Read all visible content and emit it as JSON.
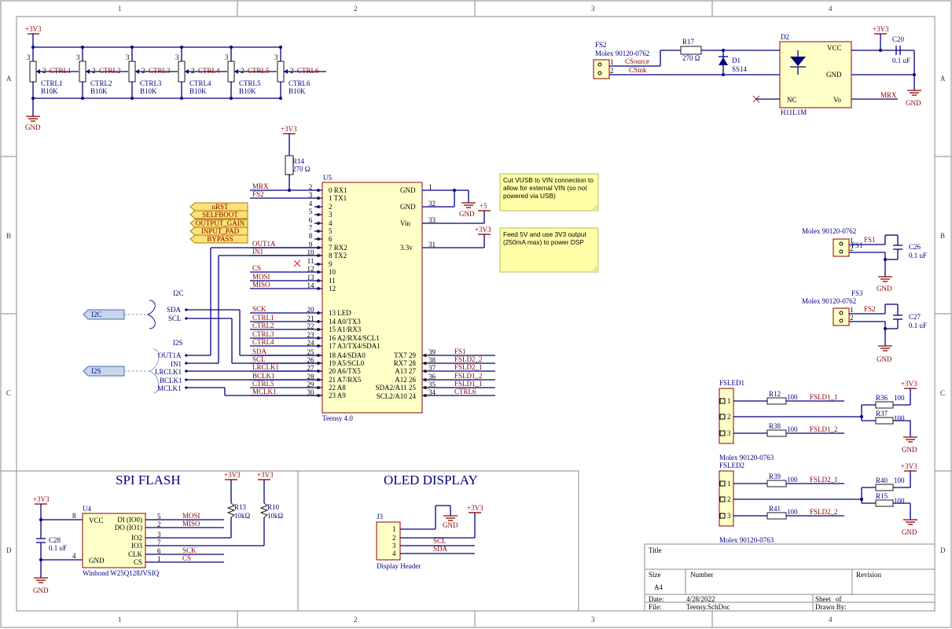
{
  "zones": {
    "cols": [
      "1",
      "2",
      "3",
      "4"
    ],
    "rows": [
      "A",
      "B",
      "C",
      "D"
    ]
  },
  "power": {
    "v33": "+3V3",
    "v5": "+5",
    "gnd": "GND"
  },
  "pots": [
    {
      "pin3": "3",
      "pin2": "2",
      "net": "CTRL1",
      "des": "CTRL1",
      "val": "B10K"
    },
    {
      "pin3": "3",
      "pin2": "2",
      "net": "CTRL2",
      "des": "CTRL2",
      "val": "B10K"
    },
    {
      "pin3": "3",
      "pin2": "2",
      "net": "CTRL3",
      "des": "CTRL3",
      "val": "B10K"
    },
    {
      "pin3": "3",
      "pin2": "2",
      "net": "CTRL4",
      "des": "CTRL4",
      "val": "B10K"
    },
    {
      "pin3": "3",
      "pin2": "2",
      "net": "CTRL5",
      "des": "CTRL5",
      "val": "B10K"
    },
    {
      "pin3": "3",
      "pin2": "2",
      "net": "CTRL6",
      "des": "CTRL6",
      "val": "B10K"
    }
  ],
  "midi": {
    "fs2_des": "FS2",
    "fs2_part": "Molex 90120-0762",
    "fs2_pins": [
      "1",
      "2"
    ],
    "csource": "CSource",
    "csink": "CSink",
    "r17_des": "R17",
    "r17_val": "270 Ω",
    "d1_des": "D1",
    "d1_val": "SS14",
    "d2_des": "D2",
    "d2_val": "H11L1M",
    "d2_pins": {
      "vcc": "VCC",
      "gnd": "GND",
      "nc": "NC",
      "vo": "Vo"
    },
    "c20_des": "C20",
    "c20_val": "0.1 uF",
    "mrx": "MRX"
  },
  "r14": {
    "des": "R14",
    "val": "270 Ω"
  },
  "teensy": {
    "des": "U5",
    "part": "Teensy 4.0",
    "left": [
      {
        "net": "MRX",
        "num": "2",
        "name": "0 RX1"
      },
      {
        "net": "FS2",
        "num": "3",
        "name": "1 TX1"
      },
      {
        "net": "",
        "num": "4",
        "name": "2"
      },
      {
        "net": "",
        "num": "5",
        "name": "3"
      },
      {
        "net": "",
        "num": "6",
        "name": "4"
      },
      {
        "net": "",
        "num": "7",
        "name": "5"
      },
      {
        "net": "",
        "num": "8",
        "name": "6"
      },
      {
        "net": "OUT1A",
        "num": "9",
        "name": "7 RX2"
      },
      {
        "net": "IN1",
        "num": "10",
        "name": "8 TX2"
      },
      {
        "net": "",
        "num": "11",
        "name": "9"
      },
      {
        "net": "CS",
        "num": "12",
        "name": "10"
      },
      {
        "net": "MOSI",
        "num": "13",
        "name": "11"
      },
      {
        "net": "MISO",
        "num": "14",
        "name": "12"
      },
      {
        "net": "SCK",
        "num": "20",
        "name": "13 LED"
      },
      {
        "net": "CTRL1",
        "num": "21",
        "name": "14 A0/TX3"
      },
      {
        "net": "CTRL2",
        "num": "22",
        "name": "15 A1/RX3"
      },
      {
        "net": "CTRL3",
        "num": "23",
        "name": "16 A2/RX4/SCL1"
      },
      {
        "net": "CTRL4",
        "num": "24",
        "name": "17 A3/TX4/SDA1"
      },
      {
        "net": "SDA",
        "num": "25",
        "name": "18 A4/SDA0"
      },
      {
        "net": "SCL",
        "num": "26",
        "name": "19 A5/SCL0"
      },
      {
        "net": "LRCLK1",
        "num": "27",
        "name": "20 A6/TX5"
      },
      {
        "net": "BCLK1",
        "num": "28",
        "name": "21 A7/RX5"
      },
      {
        "net": "CTRL5",
        "num": "29",
        "name": "22 A8"
      },
      {
        "net": "MCLK1",
        "num": "30",
        "name": "23 A9"
      }
    ],
    "right_top": [
      {
        "name": "GND",
        "num": "1"
      },
      {
        "name": "GND",
        "num": "32"
      },
      {
        "name": "Vin",
        "num": "33"
      },
      {
        "name": "3.3v",
        "num": "31"
      }
    ],
    "right_bottom": [
      {
        "name": "TX7 29",
        "num": "39",
        "net": "FS1"
      },
      {
        "name": "RX7 28",
        "num": "38",
        "net": "FSLD2_2"
      },
      {
        "name": "A13 27",
        "num": "37",
        "net": "FSLD2_1"
      },
      {
        "name": "A12 26",
        "num": "36",
        "net": "FSLD1_2"
      },
      {
        "name": "A11 25",
        "num": "35",
        "net": "FSLD1_1"
      },
      {
        "name": "SDA2/A11 25",
        "num": "34",
        "net": "CTRL6"
      },
      {
        "name": "SCL2/A10 24",
        "num": "",
        "net": ""
      }
    ]
  },
  "ports": [
    "nRST",
    "SELFBOOT",
    "OUTPUT_GAIN",
    "INPUT_PAD",
    "BYPASS"
  ],
  "i2c": {
    "label": "I2C",
    "bus": "I2C",
    "sigs": [
      "SDA",
      "SCL"
    ]
  },
  "i2s": {
    "label": "I2S",
    "bus": "I2S",
    "sigs": [
      "OUT1A",
      "IN1",
      "LRCLK1",
      "BCLK1",
      "MCLK1"
    ]
  },
  "notes": [
    "Cut VUSB to VIN connection to allow for external VIN (so not powered via USB)",
    "Feed 5V and use 3V3 output (250mA max) to power DSP"
  ],
  "fs1": {
    "des": "FS1",
    "part": "Molex 90120-0762",
    "net": "FS1",
    "c_des": "C26",
    "c_val": "0.1 uF"
  },
  "fs3": {
    "des": "FS3",
    "part": "Molex 90120-0762",
    "net": "FS2",
    "c_des": "C27",
    "c_val": "0.1 uF"
  },
  "fsled1": {
    "des": "FSLED1",
    "part": "Molex 90120-0763",
    "r_a": "R12",
    "r_a_val": "100",
    "net_a": "FSLD1_1",
    "r_b": "R38",
    "r_b_val": "100",
    "net_b": "FSLD1_2",
    "r_c": "R36",
    "r_c_val": "100",
    "r_d": "R37",
    "r_d_val": "100"
  },
  "fsled2": {
    "des": "FSLED2",
    "part": "Molex 90120-0763",
    "r_a": "R39",
    "r_a_val": "100",
    "net_a": "FSLD2_1",
    "r_b": "R41",
    "r_b_val": "100",
    "net_b": "FSLD2_2",
    "r_c": "R40",
    "r_c_val": "100",
    "r_d": "R15",
    "r_d_val": "100"
  },
  "spi": {
    "title": "SPI FLASH",
    "des": "U4",
    "part": "Winbond W25Q128JVSIQ",
    "pins_left": [
      {
        "num": "8",
        "name": "VCC"
      },
      {
        "num": "4",
        "name": "GND"
      }
    ],
    "pins_right": [
      {
        "num": "5",
        "name": "DI (IO0)",
        "net": "MOSI"
      },
      {
        "num": "2",
        "name": "DO (IO1)",
        "net": "MISO"
      },
      {
        "num": "3",
        "name": "IO2",
        "net": ""
      },
      {
        "num": "7",
        "name": "IO3",
        "net": ""
      },
      {
        "num": "6",
        "name": "CLK",
        "net": "SCK"
      },
      {
        "num": "1",
        "name": "CS",
        "net": "CS"
      }
    ],
    "c28": "C28",
    "c28_val": "0.1 uF",
    "r13": "R13",
    "r13_val": "10kΩ",
    "r10": "R10",
    "r10_val": "10kΩ"
  },
  "oled": {
    "title": "OLED DISPLAY",
    "des": "J3",
    "part": "Display Header",
    "pins": [
      "1",
      "2",
      "3",
      "4"
    ],
    "nets": [
      "SCL",
      "SDA"
    ]
  },
  "titleblock": {
    "title": "Title",
    "size": "Size",
    "size_val": "A4",
    "number": "Number",
    "revision": "Revision",
    "date": "Date:",
    "date_val": "4/28/2022",
    "file": "File:",
    "file_val": "Teensy.SchDoc",
    "sheet": "Sheet",
    "of": "of",
    "drawn": "Drawn By:"
  }
}
